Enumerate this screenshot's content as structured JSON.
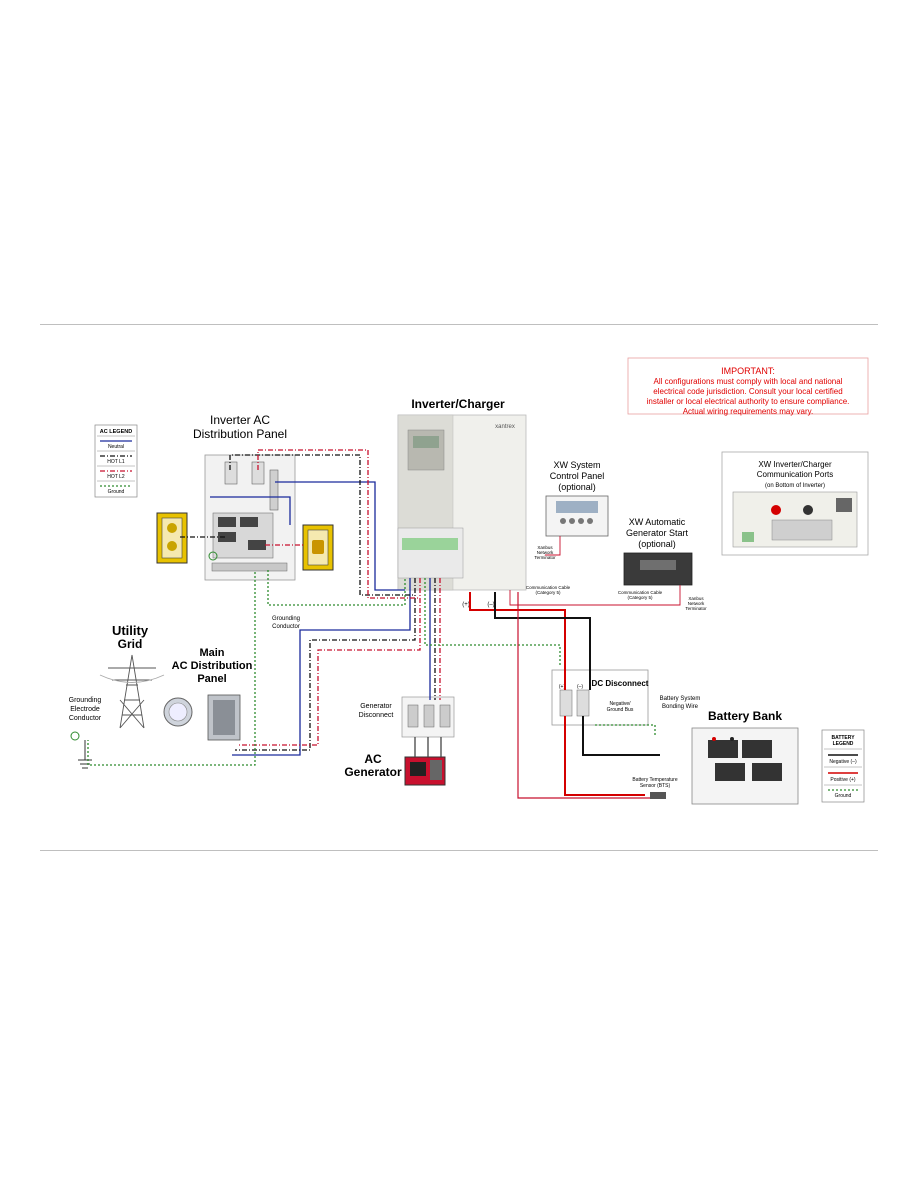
{
  "colors": {
    "neutral": "#1a2a9c",
    "hot_l1": "#111111",
    "hot_l2": "#c8102e",
    "ground": "#2e8b2e",
    "positive": "#d40000",
    "negative": "#111111",
    "important_text": "#e00000"
  },
  "important": {
    "heading": "IMPORTANT:",
    "line1": "All configurations must comply with local and national",
    "line2": "electrical code jurisdiction.  Consult your local certified",
    "line3": "installer or local electrical authority to ensure compliance.",
    "line4": "Actual wiring requirements may vary."
  },
  "ac_legend": {
    "title": "AC LEGEND",
    "neutral": "Neutral",
    "hot_l1": "HOT L1",
    "hot_l2": "HOT L2",
    "ground": "Ground"
  },
  "battery_legend": {
    "title_line1": "BATTERY",
    "title_line2": "LEGEND",
    "negative": "Negative (–)",
    "positive": "Positive (+)",
    "ground": "Ground"
  },
  "labels": {
    "inverter_ac_panel_line1": "Inverter AC",
    "inverter_ac_panel_line2": "Distribution Panel",
    "inverter_charger": "Inverter/Charger",
    "brand": "xantrex",
    "control_panel_line1": "XW System",
    "control_panel_line2": "Control Panel",
    "control_panel_line3": "(optional)",
    "ags_line1": "XW Automatic",
    "ags_line2": "Generator Start",
    "ags_line3": "(optional)",
    "comm_ports_line1": "XW Inverter/Charger",
    "comm_ports_line2": "Communication Ports",
    "comm_ports_line3": "(on Bottom of Inverter)",
    "utility_line1": "Utility",
    "utility_line2": "Grid",
    "main_panel_line1": "Main",
    "main_panel_line2": "AC  Distribution",
    "main_panel_line3": "Panel",
    "grounding_electrode_line1": "Grounding",
    "grounding_electrode_line2": "Electrode",
    "grounding_electrode_line3": "Conductor",
    "grounding_conductor_line1": "Grounding",
    "grounding_conductor_line2": "Conductor",
    "generator_disconnect_line1": "Generator",
    "generator_disconnect_line2": "Disconnect",
    "ac_generator_line1": "AC",
    "ac_generator_line2": "Generator",
    "dc_disconnect": "DC Disconnect",
    "neg_ground_bus_line1": "Negative/",
    "neg_ground_bus_line2": "Ground Bus",
    "bonding_wire_line1": "Battery System",
    "bonding_wire_line2": "Bonding Wire",
    "battery_bank": "Battery Bank",
    "bts_line1": "Battery Temperature",
    "bts_line2": "Sensor (BTS)",
    "comm_cable1_line1": "Communication Cable",
    "comm_cable1_line2": "(Category 5)",
    "comm_cable2_line1": "Communication Cable",
    "comm_cable2_line2": "(Category 5)",
    "terminator1_line1": "Xanbus",
    "terminator1_line2": "Network",
    "terminator1_line3": "Terminator",
    "terminator2_line1": "Xanbus",
    "terminator2_line2": "Network",
    "terminator2_line3": "Terminator",
    "plus": "(+)",
    "minus": "(–)",
    "dc_plus": "(+)",
    "dc_minus": "(–)"
  }
}
